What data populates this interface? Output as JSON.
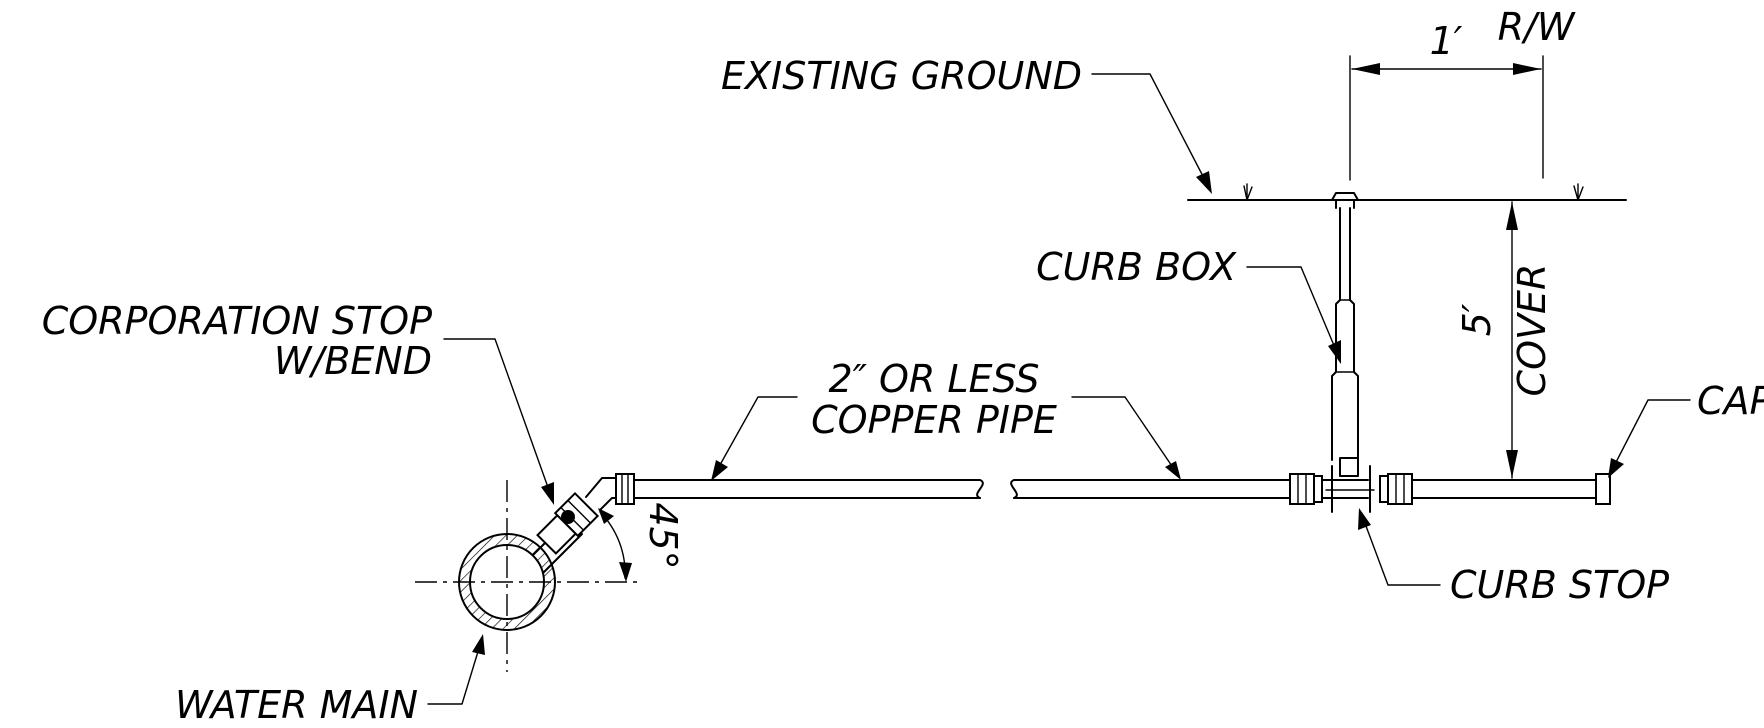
{
  "labels": {
    "existing_ground": "EXISTING GROUND",
    "dim_1ft": "1′",
    "rw": "R/W",
    "curb_box": "CURB BOX",
    "corp_stop_line1": "CORPORATION STOP",
    "corp_stop_line2": "W/BEND",
    "pipe_line1": "2″ OR LESS",
    "pipe_line2": "COPPER PIPE",
    "dim_5ft": "5′",
    "cover": "COVER",
    "cap": "CAP",
    "angle": "45°",
    "curb_stop": "CURB STOP",
    "water_main": "WATER MAIN"
  }
}
